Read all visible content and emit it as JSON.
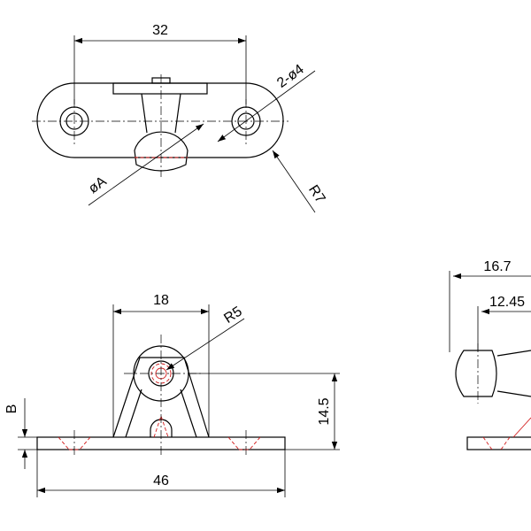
{
  "dimensions": {
    "hole_spacing": "32",
    "holes": "2-ø4",
    "ball_dia": "øA",
    "end_radius": "R7",
    "ball_top_width": "18",
    "ball_radius": "R5",
    "height": "14.5",
    "base_thickness": "B",
    "base_length": "46",
    "side_overall": "16.7",
    "side_ball_offset": "12.45"
  },
  "colors": {
    "outline": "#000000",
    "hidden_lines": "#d21a1a"
  }
}
